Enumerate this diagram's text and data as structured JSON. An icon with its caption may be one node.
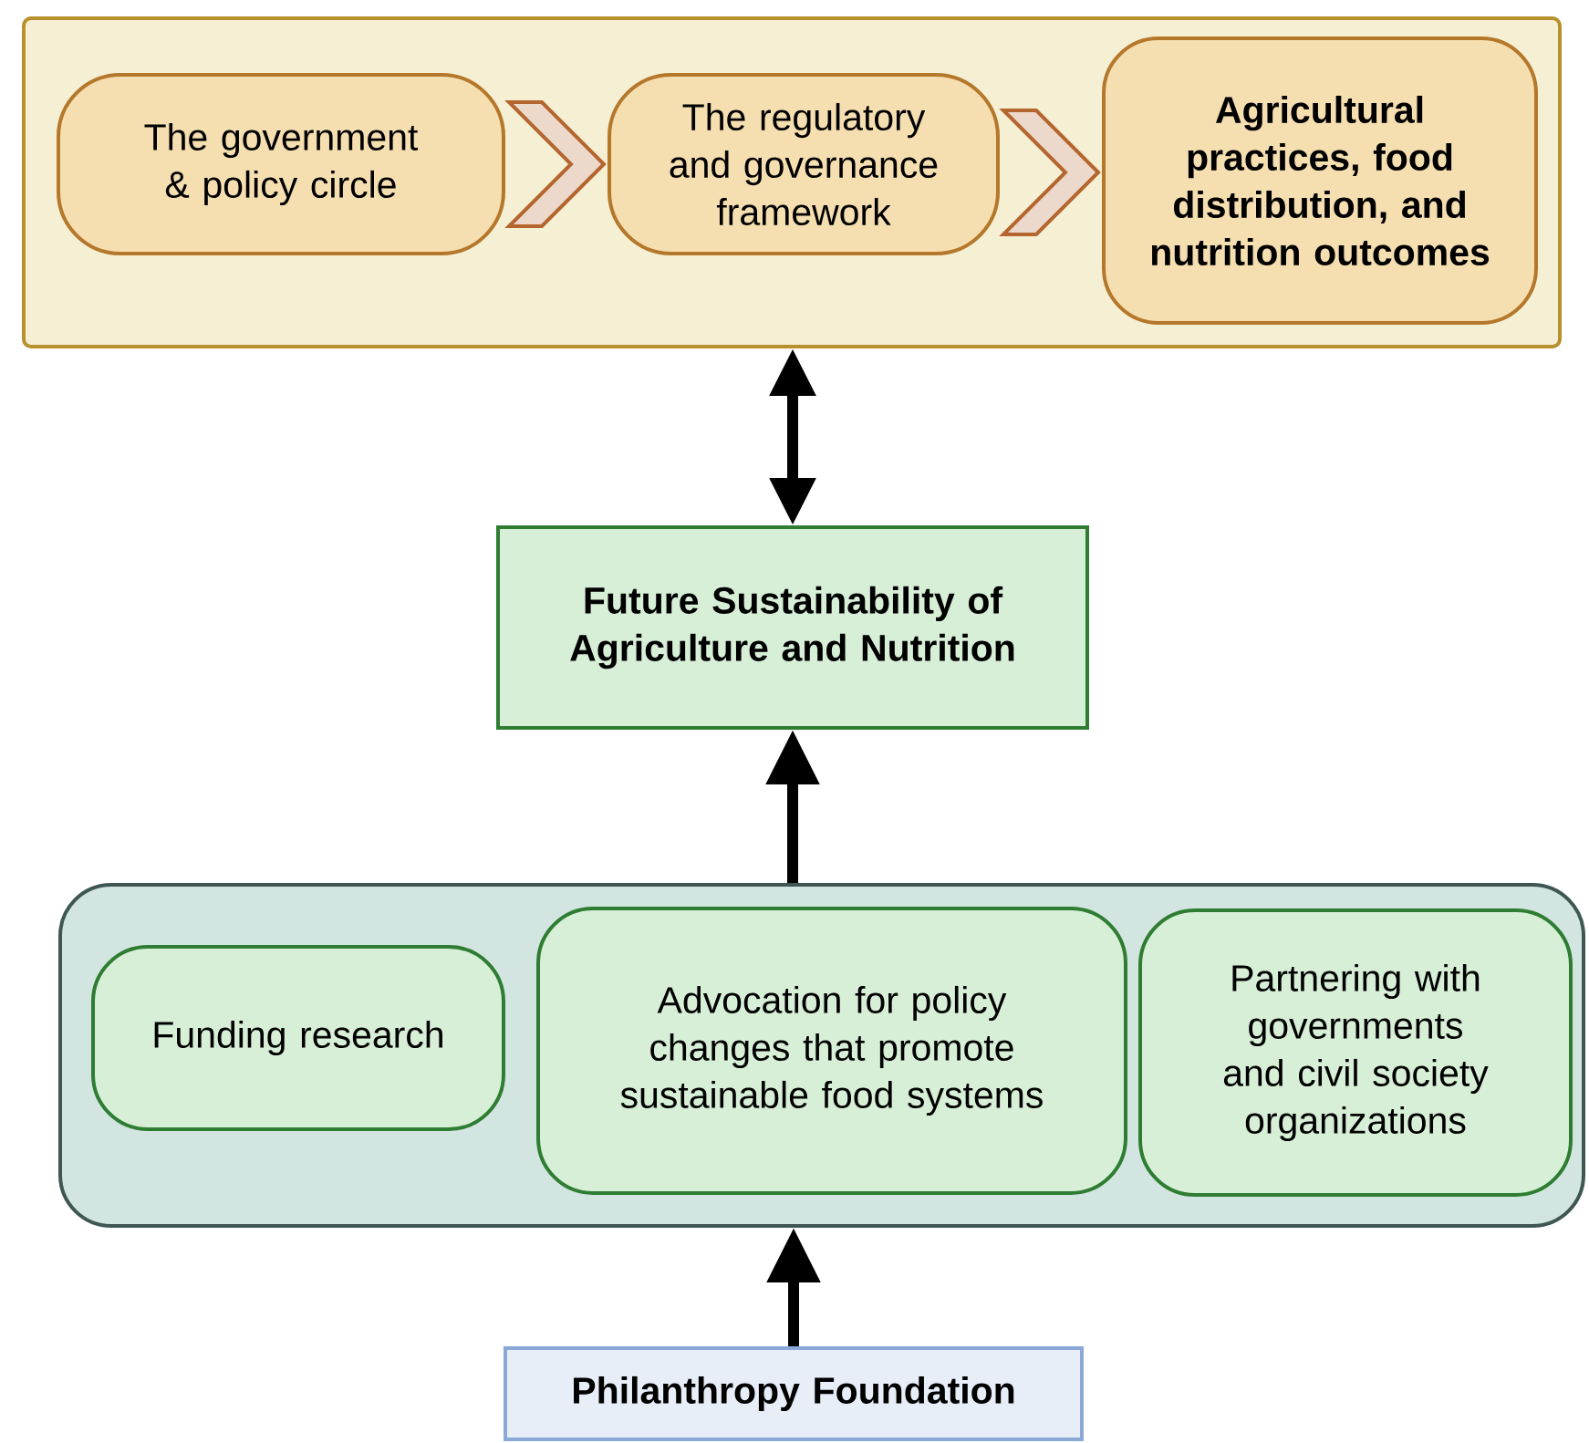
{
  "diagram": {
    "nodes": [
      {
        "text": [],
        "shape": "box"
      },
      {
        "text": [
          "The government & policy circle"
        ],
        "in": 0
      },
      {
        "text": [
          "The regulatory and governance framework"
        ],
        "in": 0
      },
      {
        "text": [
          "Agricultural practices, food distribution, and nutrition outcomes"
        ],
        "in": 0
      },
      {
        "text": [
          "Future Sustainability of Agriculture and Nutrition"
        ]
      },
      {
        "text": [],
        "shape": "box"
      },
      {
        "text": [
          "Funding research"
        ],
        "in": 5
      },
      {
        "text": [
          "Advocation for policy changes that promote sustainable food systems"
        ],
        "in": 5
      },
      {
        "text": [
          "Partnering with governments and civil society organizations"
        ],
        "in": 5
      },
      {
        "text": [
          "Philanthropy Foundation"
        ]
      }
    ],
    "edges": [
      {
        "from": 1,
        "to": 2,
        "arrow": "to",
        "color": "#b5652e"
      },
      {
        "from": 2,
        "to": 3,
        "arrow": "to",
        "color": "#b5652e"
      },
      {
        "from": 4,
        "to": 0,
        "arrow": "both"
      },
      {
        "from": 5,
        "to": 4,
        "arrow": "to"
      },
      {
        "from": 9,
        "to": 5,
        "arrow": "to"
      }
    ]
  }
}
